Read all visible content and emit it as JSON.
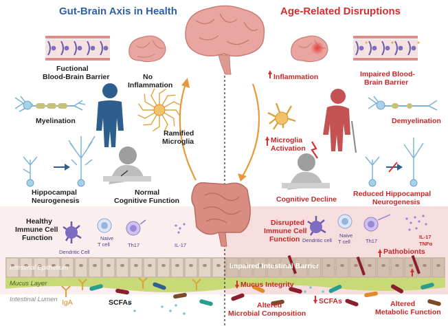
{
  "left_panel": {
    "title": "Gut-Brain Axis in Health",
    "bbb_label_1": "Fuctional",
    "bbb_label_2": "Blood-Brain Barrier",
    "no_inflammation_1": "No",
    "no_inflammation_2": "Inflammation",
    "myelination": "Myelination",
    "ramified_1": "Ramified",
    "ramified_2": "Microglia",
    "hippocampal_1": "Hippocampal",
    "hippocampal_2": "Neurogenesis",
    "cognitive_1": "Normal",
    "cognitive_2": "Cognitive Function",
    "immune_1": "Healthy",
    "immune_2": "Immune Cell",
    "immune_3": "Function",
    "dendritic_cell": "Dendritic Cell",
    "naive_1": "Naive",
    "naive_2": "T cell",
    "th17": "Th17",
    "il17": "IL-17",
    "epithelium": "Intestinal Epithelium",
    "mucus": "Mucus Layer",
    "lumen": "Intestinal Lumen",
    "iga": "IgA",
    "scfas": "SCFAs"
  },
  "right_panel": {
    "title": "Age-Related Disruptions",
    "inflammation": "Inflammation",
    "impaired_bbb_1": "Impaired Blood-",
    "impaired_bbb_2": "Brain Barrier",
    "microglia_1": "Microglia",
    "microglia_2": "Activation",
    "demyelination": "Demyelination",
    "cognitive_decline": "Cognitive Decline",
    "reduced_1": "Reduced Hippocampal",
    "reduced_2": "Neurogenesis",
    "immune_1": "Disrupted",
    "immune_2": "Immune Cell",
    "immune_3": "Function",
    "dendritic_cell": "Dendritic cell",
    "naive_1": "Naive",
    "naive_2": "T cell",
    "th17": "Th17",
    "il17": "IL-17",
    "tnfa": "TNFα",
    "pathobionts": "Pathobionts",
    "barrier": "Impaired Intestinal Barrier",
    "mucus": "Mucus Integrity",
    "scfas": "SCFAs",
    "microbial_1": "Altered",
    "microbial_2": "Microbial Composition",
    "metabolic_1": "Altered",
    "metabolic_2": "Metabolic Function"
  },
  "colors": {
    "title_left": "#2f5fa8",
    "title_right": "#d32f2f",
    "person_blue": "#2c5f8d",
    "person_red": "#c45252",
    "arrow_orange": "#e8973a",
    "brain_pink": "#e9a6a0",
    "gut_pink": "#d98c82"
  }
}
